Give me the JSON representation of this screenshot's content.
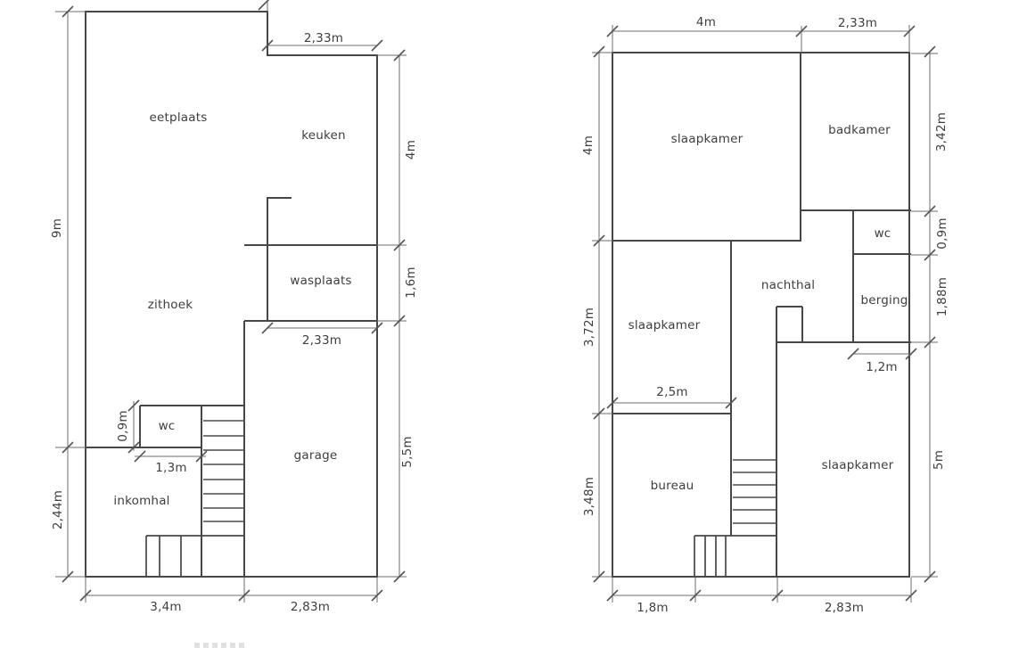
{
  "colors": {
    "wall": "#474747",
    "dimension_line": "#6e6e6e",
    "tick": "#555555",
    "text": "#3e3e3e",
    "background": "#ffffff"
  },
  "left_plan": {
    "rooms": {
      "eetplaats": "eetplaats",
      "keuken": "keuken",
      "zithoek": "zithoek",
      "wasplaats": "wasplaats",
      "wc": "wc",
      "inkomhal": "inkomhal",
      "garage": "garage"
    },
    "dimensions": {
      "top_width": "2,33m",
      "left_upper": "9m",
      "left_lower": "2,44m",
      "right_upper": "4m",
      "right_middle": "1,6m",
      "right_lower": "5,5m",
      "wasplaats_width": "2,33m",
      "wc_height": "0,9m",
      "wc_width": "1,3m",
      "bottom_left": "3,4m",
      "bottom_right": "2,83m"
    }
  },
  "right_plan": {
    "rooms": {
      "slaapkamer_top": "slaapkamer",
      "badkamer": "badkamer",
      "wc": "wc",
      "berging": "berging",
      "nachthal": "nachthal",
      "slaapkamer_middle": "slaapkamer",
      "bureau": "bureau",
      "slaapkamer_bottom": "slaapkamer"
    },
    "dimensions": {
      "top_left": "4m",
      "top_right": "2,33m",
      "left_upper": "4m",
      "left_middle": "3,72m",
      "left_lower": "3,48m",
      "right_upper": "3,42m",
      "right_wc": "0,9m",
      "right_berging": "1,88m",
      "right_lower": "5m",
      "slaapkamer_width": "2,5m",
      "berging_width": "1,2m",
      "bottom_left": "1,8m",
      "bottom_right": "2,83m"
    }
  }
}
